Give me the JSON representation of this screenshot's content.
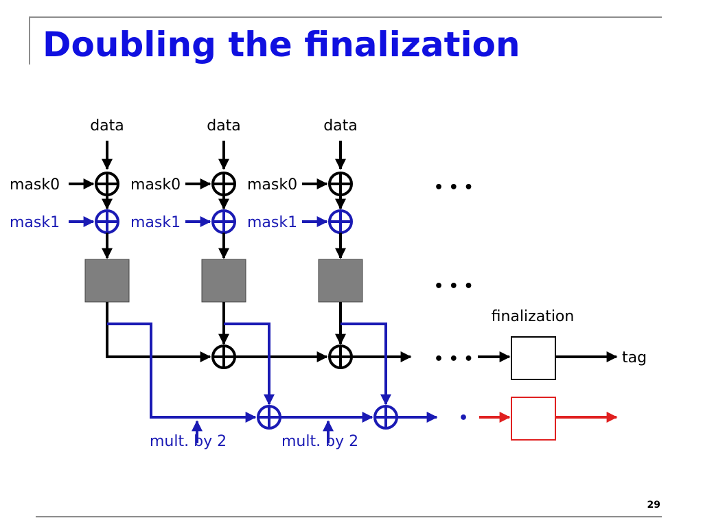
{
  "slide": {
    "title": "Doubling the finalization",
    "page_number": "29"
  },
  "diagram": {
    "data_label": "data",
    "mask0_label": "mask0",
    "mask1_label": "mask1",
    "ellipsis": "• • •",
    "finalization_label": "finalization",
    "tag_label": "tag",
    "mult_label": "mult. by 2",
    "dot": "•"
  },
  "colors": {
    "title": "#1010e0",
    "black_path": "#000000",
    "blue_path": "#1a1ab4",
    "red_path": "#e02020",
    "block_fill": "#7f7f7f"
  }
}
